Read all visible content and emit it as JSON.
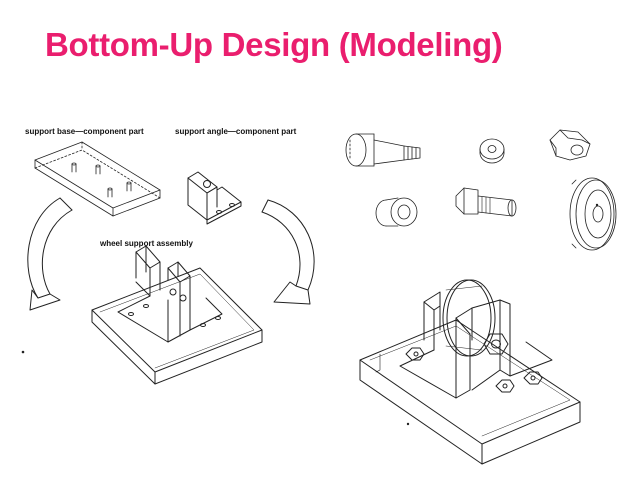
{
  "slide": {
    "title": "Bottom-Up Design (Modeling)"
  },
  "diagram": {
    "labels": {
      "support_base": "support base—component part",
      "support_angle": "support angle—component part",
      "wheel_assembly": "wheel support assembly"
    }
  },
  "colors": {
    "title": "#ea1e6e",
    "line": "#222222"
  }
}
